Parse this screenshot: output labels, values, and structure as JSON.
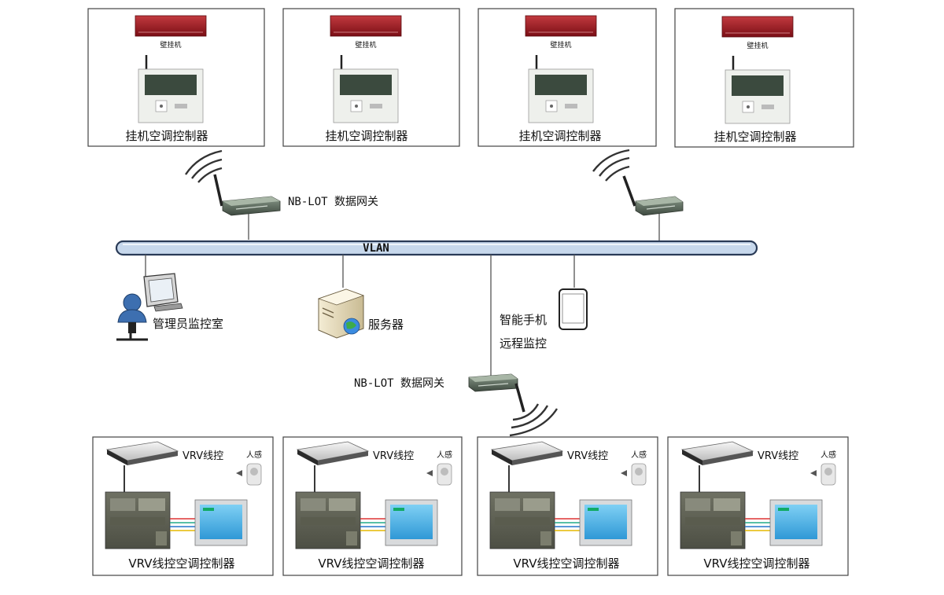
{
  "wall_units": [
    {
      "brand": "壁挂机",
      "label": "挂机空调控制器"
    },
    {
      "brand": "壁挂机",
      "label": "挂机空调控制器"
    },
    {
      "brand": "壁挂机",
      "label": "挂机空调控制器"
    },
    {
      "brand": "壁挂机",
      "label": "挂机空调控制器"
    }
  ],
  "gateway_top": {
    "label": "NB-LOT 数据网关"
  },
  "gateway_bottom": {
    "label": "NB-LOT 数据网关"
  },
  "network": {
    "label": "VLAN"
  },
  "admin": {
    "label": "管理员监控室"
  },
  "server": {
    "label": "服务器"
  },
  "phone": {
    "line1": "智能手机",
    "line2": "远程监控"
  },
  "vrv_units": [
    {
      "remote_label": "VRV线控",
      "sensor_label": "人感",
      "label": "VRV线控空调控制器"
    },
    {
      "remote_label": "VRV线控",
      "sensor_label": "人感",
      "label": "VRV线控空调控制器"
    },
    {
      "remote_label": "VRV线控",
      "sensor_label": "人感",
      "label": "VRV线控空调控制器"
    },
    {
      "remote_label": "VRV线控",
      "sensor_label": "人感",
      "label": "VRV线控空调控制器"
    }
  ],
  "colors": {
    "bus_fill": "#c7d8ec",
    "bus_stroke": "#2a3b57",
    "ac_red": "#9b1620",
    "lcd_blue": "#44aee8",
    "brand_green": "#1d9a2a"
  }
}
